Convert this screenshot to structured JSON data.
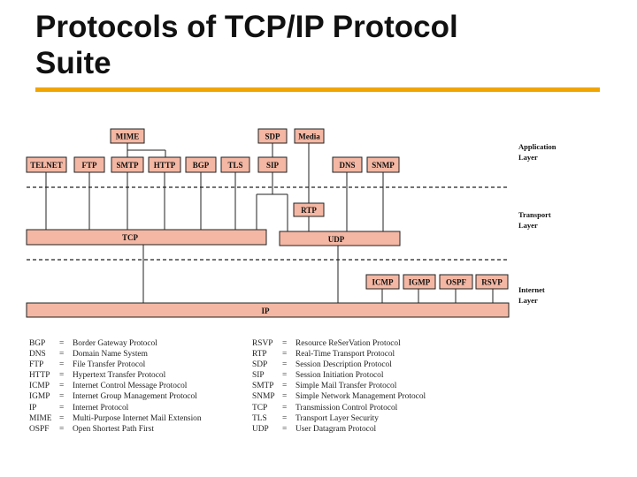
{
  "slide": {
    "title": "Protocols of TCP/IP Protocol Suite",
    "title_line1": "Protocols of TCP/IP Protocol",
    "title_line2": "Suite",
    "accent_color": "#f0a500"
  },
  "diagram": {
    "boxes": {
      "mime": "MIME",
      "sdp": "SDP",
      "media": "Media",
      "telnet": "TELNET",
      "ftp": "FTP",
      "smtp": "SMTP",
      "http": "HTTP",
      "bgp": "BGP",
      "tls": "TLS",
      "sip": "SIP",
      "dns": "DNS",
      "snmp": "SNMP",
      "rtp": "RTP",
      "tcp": "TCP",
      "udp": "UDP",
      "icmp": "ICMP",
      "igmp": "IGMP",
      "ospf": "OSPF",
      "rsvp": "RSVP",
      "ip": "IP"
    },
    "layers": {
      "application": [
        "Application",
        "Layer"
      ],
      "transport": [
        "Transport",
        "Layer"
      ],
      "internet": [
        "Internet",
        "Layer"
      ]
    },
    "box_color": "#f4b7a3"
  },
  "legend": {
    "left": [
      {
        "abbr": "BGP",
        "eq": "=",
        "full": "Border Gateway Protocol"
      },
      {
        "abbr": "DNS",
        "eq": "=",
        "full": "Domain Name System"
      },
      {
        "abbr": "FTP",
        "eq": "=",
        "full": "File Transfer Protocol"
      },
      {
        "abbr": "HTTP",
        "eq": "=",
        "full": "Hypertext Transfer Protocol"
      },
      {
        "abbr": "ICMP",
        "eq": "=",
        "full": "Internet Control Message Protocol"
      },
      {
        "abbr": "IGMP",
        "eq": "=",
        "full": "Internet Group Management Protocol"
      },
      {
        "abbr": "IP",
        "eq": "=",
        "full": "Internet Protocol"
      },
      {
        "abbr": "MIME",
        "eq": "=",
        "full": "Multi-Purpose Internet Mail Extension"
      },
      {
        "abbr": "OSPF",
        "eq": "=",
        "full": "Open Shortest Path First"
      }
    ],
    "right": [
      {
        "abbr": "RSVP",
        "eq": "=",
        "full": "Resource ReSerVation Protocol"
      },
      {
        "abbr": "RTP",
        "eq": "=",
        "full": "Real-Time Transport Protocol"
      },
      {
        "abbr": "SDP",
        "eq": "=",
        "full": "Session Description Protocol"
      },
      {
        "abbr": "SIP",
        "eq": "=",
        "full": "Session Initiation Protocol"
      },
      {
        "abbr": "SMTP",
        "eq": "=",
        "full": "Simple Mail Transfer Protocol"
      },
      {
        "abbr": "SNMP",
        "eq": "=",
        "full": "Simple Network Management Protocol"
      },
      {
        "abbr": "TCP",
        "eq": "=",
        "full": "Transmission Control Protocol"
      },
      {
        "abbr": "TLS",
        "eq": "=",
        "full": "Transport Layer Security"
      },
      {
        "abbr": "UDP",
        "eq": "=",
        "full": "User Datagram Protocol"
      }
    ]
  }
}
